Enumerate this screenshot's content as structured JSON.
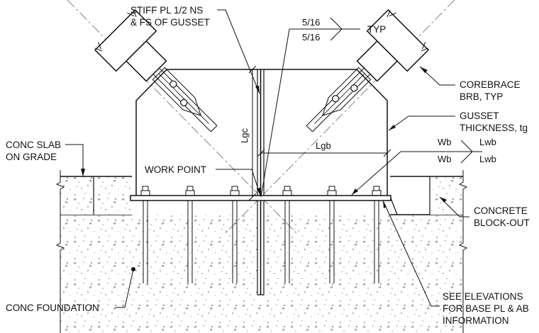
{
  "labels": {
    "stiff_1": "STIFF PL 1/2 NS",
    "stiff_2": "& FS OF GUSSET",
    "weld_top": "5/16",
    "weld_bottom": "5/16",
    "typ": "TYP",
    "brb_1": "COREBRACE",
    "brb_2": "BRB, TYP",
    "gusset_1": "GUSSET",
    "gusset_2": "THICKNESS, tg",
    "slab_1": "CONC SLAB",
    "slab_2": "ON GRADE",
    "wb_top": "Wb",
    "wb_bottom": "Wb",
    "lwb_top": "Lwb",
    "lwb_bottom": "Lwb",
    "lgc": "Lgc",
    "lgb": "Lgb",
    "work_point": "WORK POINT",
    "blockout_1": "CONCRETE",
    "blockout_2": "BLOCK-OUT",
    "foundation": "CONC FOUNDATION",
    "see_1": "SEE ELEVATIONS",
    "see_2": "FOR BASE PL & AB",
    "see_3": "INFORMATION"
  },
  "colors": {
    "line": "#111111",
    "background": "#ffffff",
    "centerline": "#777777"
  }
}
